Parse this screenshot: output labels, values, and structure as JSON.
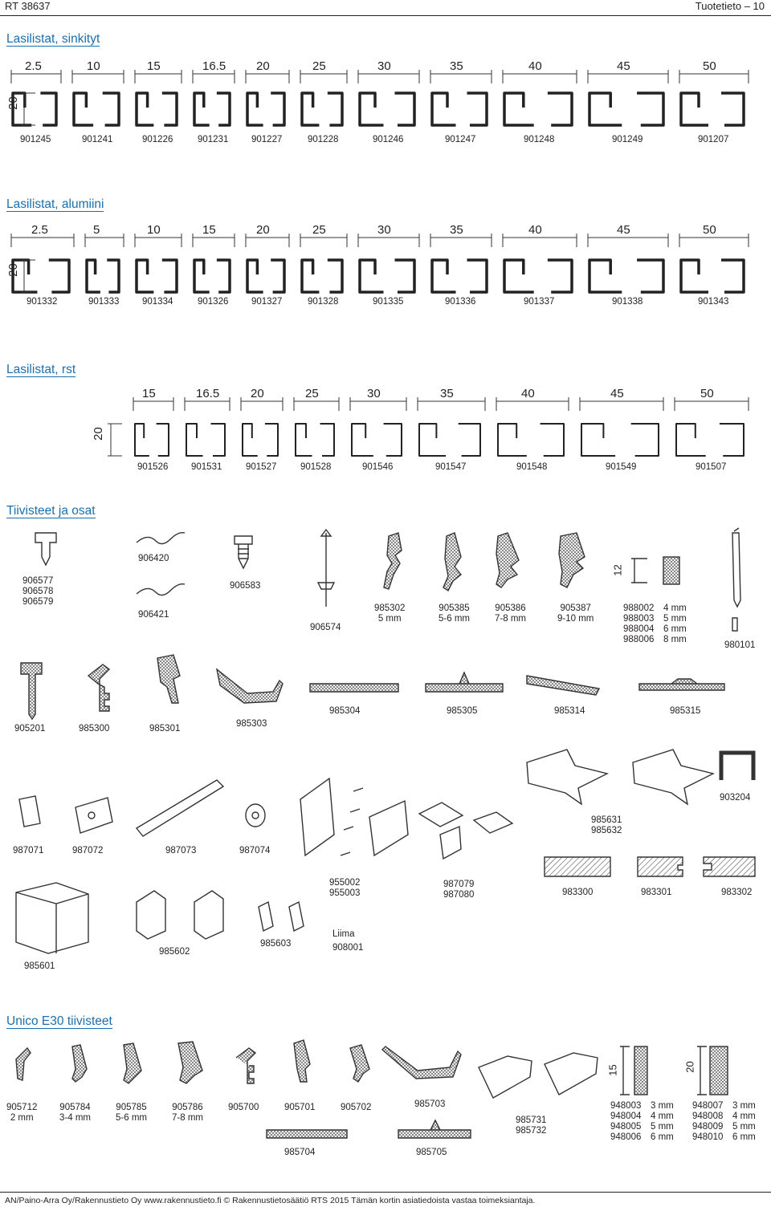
{
  "header": {
    "left": "RT 38637",
    "right": "Tuotetieto  –  10"
  },
  "sections": {
    "sinkityt": "Lasilistat, sinkityt",
    "alumiini": "Lasilistat, alumiini",
    "rst": "Lasilistat, rst",
    "tiivisteet": "Tiivisteet ja osat",
    "unico": "Unico E30 tiivisteet"
  },
  "sinkityt": {
    "height": "20",
    "widths": [
      "2.5",
      "10",
      "15",
      "16.5",
      "20",
      "25",
      "30",
      "35",
      "40",
      "45",
      "50"
    ],
    "codes": [
      "901245",
      "901241",
      "901226",
      "901231",
      "901227",
      "901228",
      "901246",
      "901247",
      "901248",
      "901249",
      "901207"
    ]
  },
  "alumiini": {
    "height": "20",
    "widths": [
      "2.5",
      "5",
      "10",
      "15",
      "20",
      "25",
      "30",
      "35",
      "40",
      "45",
      "50"
    ],
    "codes": [
      "901332",
      "901333",
      "901334",
      "901326",
      "901327",
      "901328",
      "901335",
      "901336",
      "901337",
      "901338",
      "901343"
    ]
  },
  "rst": {
    "height": "20",
    "widths": [
      "15",
      "16.5",
      "20",
      "25",
      "30",
      "35",
      "40",
      "45",
      "50"
    ],
    "codes": [
      "901526",
      "901531",
      "901527",
      "901528",
      "901546",
      "901547",
      "901548",
      "901549",
      "901507"
    ]
  },
  "parts1": {
    "c906577": "906577",
    "c906578": "906578",
    "c906579": "906579",
    "c906420": "906420",
    "c906421": "906421",
    "c906583": "906583",
    "c906574": "906574",
    "c985302": "985302",
    "m985302": "5 mm",
    "c905385": "905385",
    "m905385": "5-6 mm",
    "c905386": "905386",
    "m905386": "7-8 mm",
    "c905387": "905387",
    "m905387": "9-10 mm",
    "dim12": "12",
    "c988002": "988002",
    "m988002": "4 mm",
    "c988003": "988003",
    "m988003": "5 mm",
    "c988004": "988004",
    "m988004": "6 mm",
    "c988006": "988006",
    "m988006": "8 mm",
    "c980101": "980101"
  },
  "parts2": {
    "c905201": "905201",
    "c985300": "985300",
    "c985301": "985301",
    "c985303": "985303",
    "c985304": "985304",
    "c985305": "985305",
    "c985314": "985314",
    "c985315": "985315"
  },
  "parts3": {
    "c903204": "903204",
    "c985631": "985631",
    "c985632": "985632",
    "c987071": "987071",
    "c987072": "987072",
    "c987073": "987073",
    "c987074": "987074",
    "c955002": "955002",
    "c955003": "955003",
    "c987079": "987079",
    "c987080": "987080",
    "c983300": "983300",
    "c983301": "983301",
    "c983302": "983302",
    "c985601": "985601",
    "c985602": "985602",
    "c985603": "985603",
    "liima": "Liima",
    "c908001": "908001"
  },
  "unico": {
    "c905712": "905712",
    "m905712": "2 mm",
    "c905784": "905784",
    "m905784": "3-4 mm",
    "c905785": "905785",
    "m905785": "5-6 mm",
    "c905786": "905786",
    "m905786": "7-8 mm",
    "c905700": "905700",
    "c905701": "905701",
    "c905702": "905702",
    "c985703": "985703",
    "c985704": "985704",
    "c985705": "985705",
    "c985731": "985731",
    "c985732": "985732",
    "dim15": "15",
    "dim20": "20",
    "c948003": "948003",
    "m948003": "3 mm",
    "c948004": "948004",
    "m948004": "4 mm",
    "c948005": "948005",
    "m948005": "5 mm",
    "c948006": "948006",
    "m948006": "6 mm",
    "c948007": "948007",
    "m948007": "3 mm",
    "c948008": "948008",
    "m948008": "4 mm",
    "c948009": "948009",
    "m948009": "5 mm",
    "c948010": "948010",
    "m948010": "6 mm"
  },
  "footer": "AN/Paino-Arra Oy/Rakennustieto Oy   www.rakennustieto.fi   © Rakennustietosäätiö RTS 2015   Tämän kortin asiatiedoista vastaa toimeksiantaja."
}
